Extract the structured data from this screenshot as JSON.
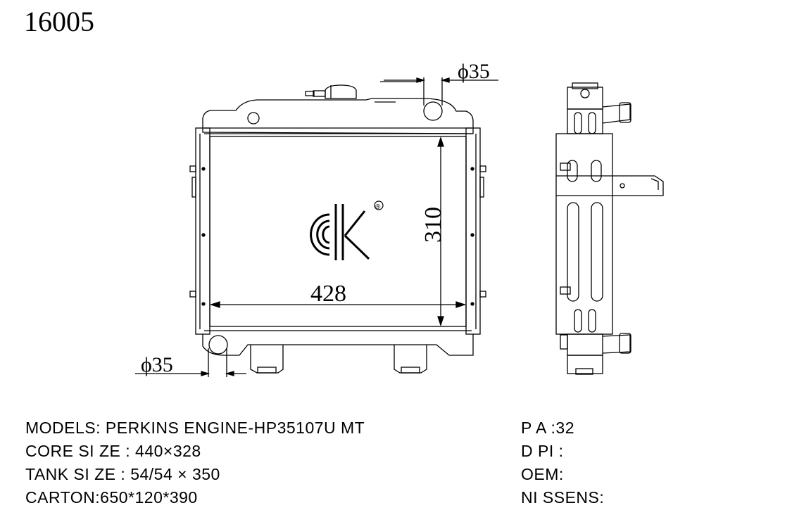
{
  "title": "16005",
  "drawing": {
    "dim_width": "428",
    "dim_height": "310",
    "dim_inlet": "ϕ35",
    "dim_outlet": "ϕ35",
    "logo_registered": "®"
  },
  "specs_left": [
    "MODELS: PERKINS ENGINE-HP35107U MT",
    "CORE SI ZE : 440×328",
    "TANK SI ZE : 54/54 × 350",
    "CARTON:650*120*390"
  ],
  "specs_right": [
    "P A :32",
    "D PI :",
    "OEM:",
    "NI SSENS:"
  ]
}
